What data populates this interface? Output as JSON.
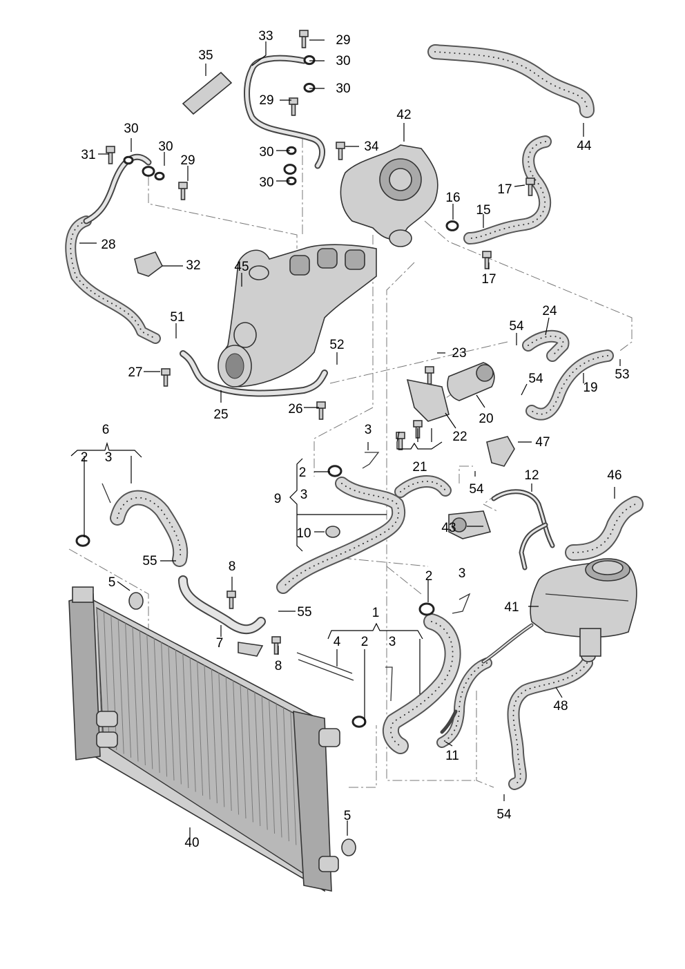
{
  "callouts": [
    {
      "id": "c33",
      "text": "33"
    },
    {
      "id": "c29a",
      "text": "29"
    },
    {
      "id": "c30a",
      "text": "30"
    },
    {
      "id": "c30b",
      "text": "30"
    },
    {
      "id": "c35",
      "text": "35"
    },
    {
      "id": "c29b",
      "text": "29"
    },
    {
      "id": "c30c",
      "text": "30"
    },
    {
      "id": "c31",
      "text": "31"
    },
    {
      "id": "c30d",
      "text": "30"
    },
    {
      "id": "c29c",
      "text": "29"
    },
    {
      "id": "c30e",
      "text": "30"
    },
    {
      "id": "c34",
      "text": "34"
    },
    {
      "id": "c30f",
      "text": "30"
    },
    {
      "id": "c42",
      "text": "42"
    },
    {
      "id": "c44",
      "text": "44"
    },
    {
      "id": "c17a",
      "text": "17"
    },
    {
      "id": "c16",
      "text": "16"
    },
    {
      "id": "c15",
      "text": "15"
    },
    {
      "id": "c17b",
      "text": "17"
    },
    {
      "id": "c28",
      "text": "28"
    },
    {
      "id": "c32",
      "text": "32"
    },
    {
      "id": "c45",
      "text": "45"
    },
    {
      "id": "c51",
      "text": "51"
    },
    {
      "id": "c24",
      "text": "24"
    },
    {
      "id": "c54a",
      "text": "54"
    },
    {
      "id": "c52",
      "text": "52"
    },
    {
      "id": "c23",
      "text": "23"
    },
    {
      "id": "c27",
      "text": "27"
    },
    {
      "id": "c54b",
      "text": "54"
    },
    {
      "id": "c53",
      "text": "53"
    },
    {
      "id": "c19",
      "text": "19"
    },
    {
      "id": "c25",
      "text": "25"
    },
    {
      "id": "c26",
      "text": "26"
    },
    {
      "id": "c20",
      "text": "20"
    },
    {
      "id": "c22",
      "text": "22"
    },
    {
      "id": "c6",
      "text": "6"
    },
    {
      "id": "c3a",
      "text": "3"
    },
    {
      "id": "c47",
      "text": "47"
    },
    {
      "id": "c2a",
      "text": "2"
    },
    {
      "id": "c3b",
      "text": "3"
    },
    {
      "id": "c21",
      "text": "21"
    },
    {
      "id": "c2b",
      "text": "2"
    },
    {
      "id": "c12",
      "text": "12"
    },
    {
      "id": "c46",
      "text": "46"
    },
    {
      "id": "c54c",
      "text": "54"
    },
    {
      "id": "c9",
      "text": "9"
    },
    {
      "id": "c3c",
      "text": "3"
    },
    {
      "id": "c43",
      "text": "43"
    },
    {
      "id": "c10",
      "text": "10"
    },
    {
      "id": "c55a",
      "text": "55"
    },
    {
      "id": "c8a",
      "text": "8"
    },
    {
      "id": "c5a",
      "text": "5"
    },
    {
      "id": "c2c",
      "text": "2"
    },
    {
      "id": "c3d",
      "text": "3"
    },
    {
      "id": "c55b",
      "text": "55"
    },
    {
      "id": "c41",
      "text": "41"
    },
    {
      "id": "c1",
      "text": "1"
    },
    {
      "id": "c7",
      "text": "7"
    },
    {
      "id": "c4",
      "text": "4"
    },
    {
      "id": "c2d",
      "text": "2"
    },
    {
      "id": "c3e",
      "text": "3"
    },
    {
      "id": "c8b",
      "text": "8"
    },
    {
      "id": "c48",
      "text": "48"
    },
    {
      "id": "c11",
      "text": "11"
    },
    {
      "id": "c54d",
      "text": "54"
    },
    {
      "id": "c40",
      "text": "40"
    },
    {
      "id": "c5b",
      "text": "5"
    }
  ]
}
